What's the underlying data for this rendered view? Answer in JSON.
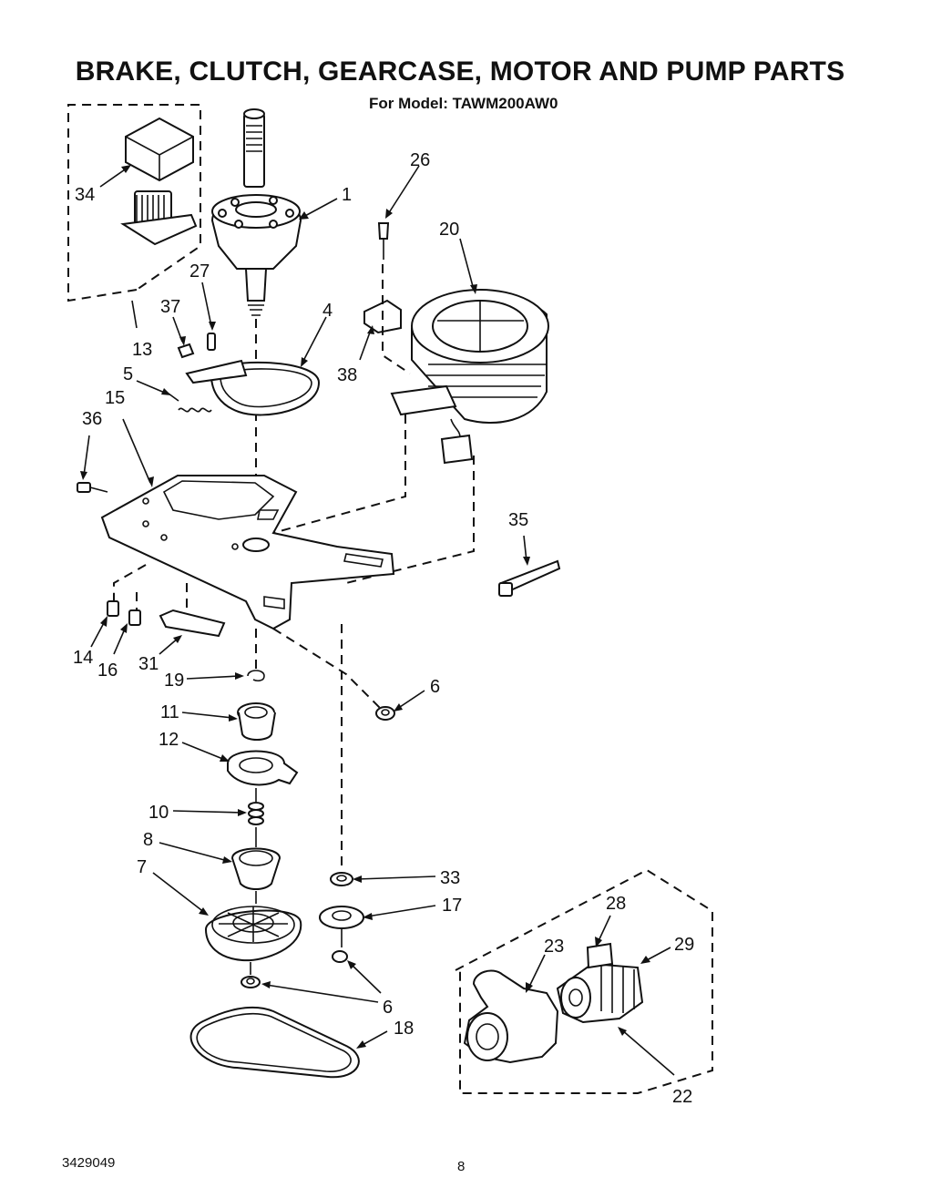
{
  "header": {
    "title": "BRAKE, CLUTCH, GEARCASE, MOTOR AND PUMP PARTS",
    "model": "For Model: TAWM200AW0"
  },
  "footer": {
    "doc_number": "3429049",
    "page_number": "8"
  },
  "callouts": [
    "34",
    "1",
    "26",
    "20",
    "27",
    "37",
    "4",
    "13",
    "38",
    "5",
    "15",
    "36",
    "35",
    "14",
    "16",
    "31",
    "19",
    "6",
    "11",
    "12",
    "10",
    "8",
    "7",
    "33",
    "17",
    "28",
    "23",
    "29",
    "6",
    "18",
    "22"
  ]
}
